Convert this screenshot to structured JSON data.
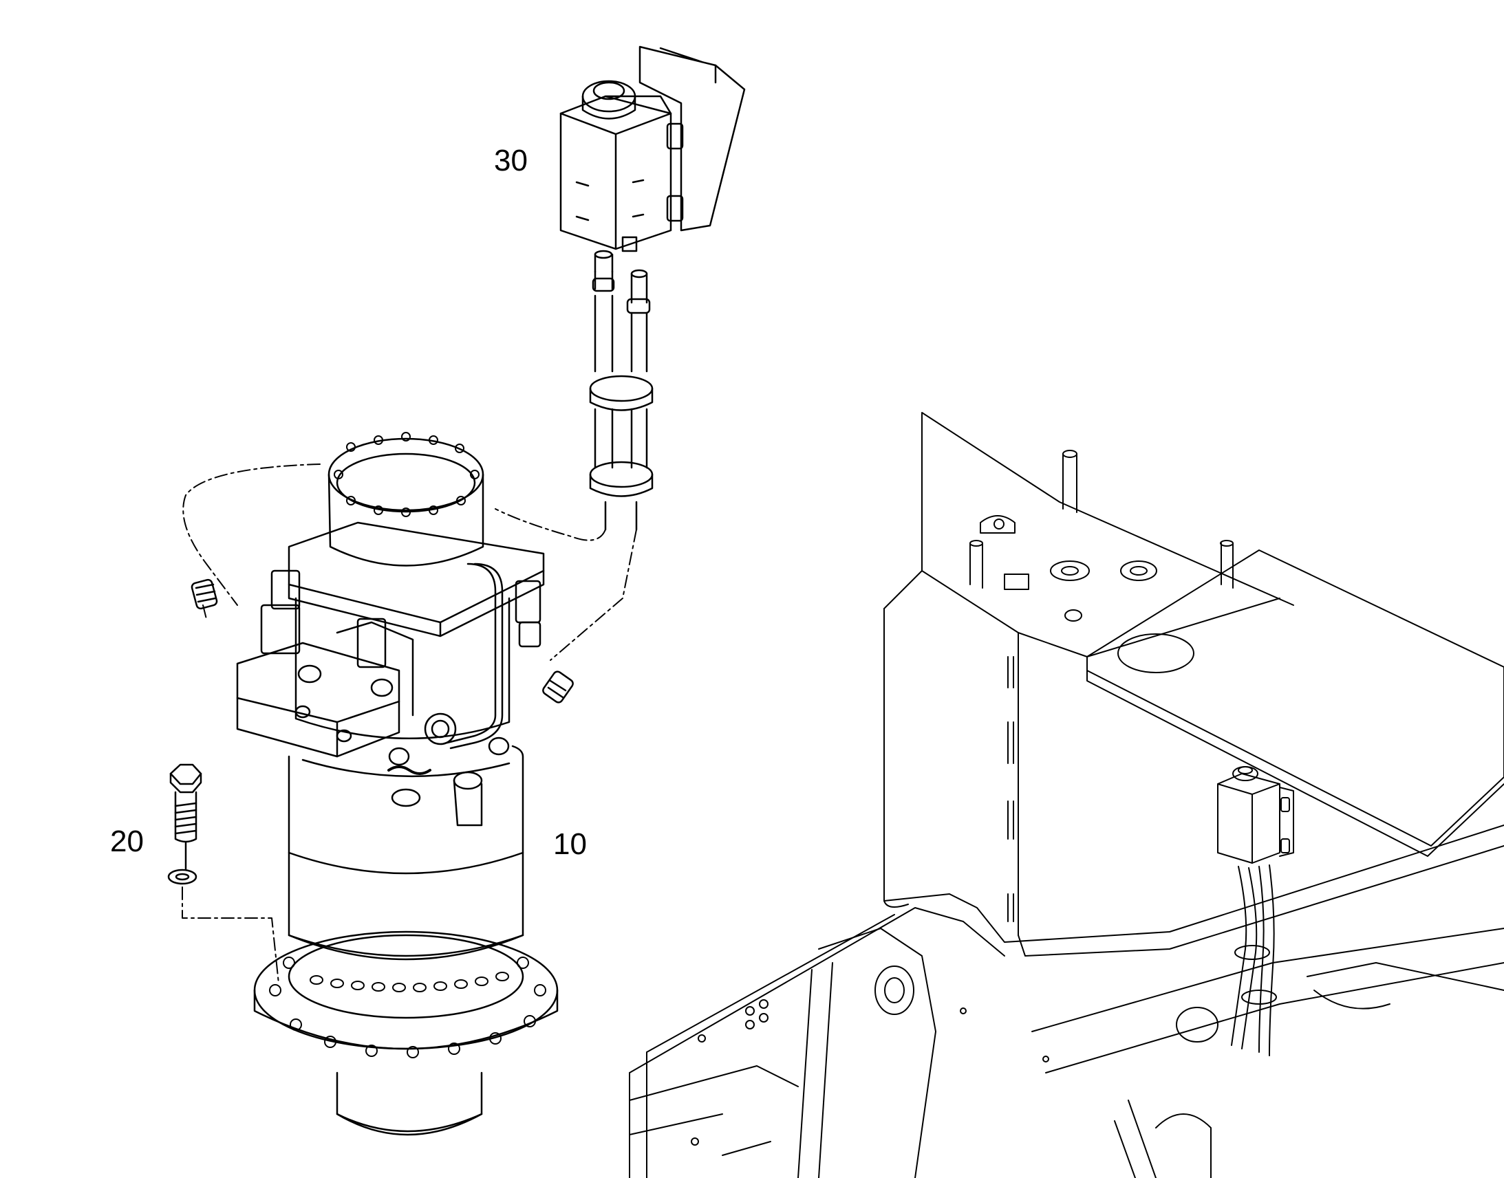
{
  "callouts": {
    "item_10": "10",
    "item_20": "20",
    "item_30": "30"
  },
  "colors": {
    "line": "#000000",
    "background": "#ffffff"
  }
}
